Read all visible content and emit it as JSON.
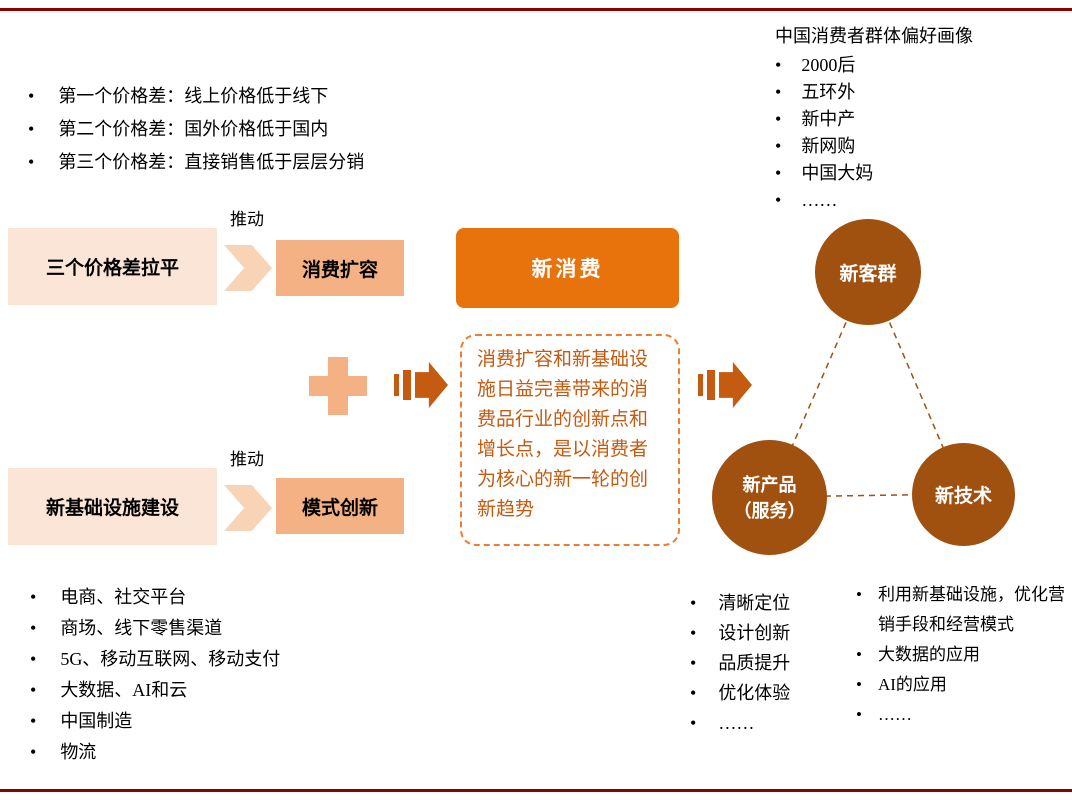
{
  "colors": {
    "rule_red": "#8B0000",
    "light_peach": "#FBE5D6",
    "peach": "#F4B183",
    "strong_orange": "#E8730C",
    "dashed_orange": "#ED7D31",
    "dark_orange": "#C55A11",
    "circle_brown": "#A0500F"
  },
  "top_left": {
    "items": [
      "第一个价格差：线上价格低于线下",
      "第二个价格差：国外价格低于国内",
      "第三个价格差：直接销售低于层层分销"
    ]
  },
  "profile": {
    "title": "中国消费者群体偏好画像",
    "items": [
      "2000后",
      "五环外",
      "新中产",
      "新网购",
      "中国大妈",
      "……"
    ]
  },
  "flow": {
    "price_gap_box": "三个价格差拉平",
    "push_top": "推动",
    "expand_box": "消费扩容",
    "new_consumption_box": "新消费",
    "infra_box": "新基础设施建设",
    "push_bottom": "推动",
    "model_box": "模式创新",
    "desc": "消费扩容和新基础设施日益完善带来的消费品行业的创新点和增长点，是以消费者为核心的新一轮的创新趋势"
  },
  "triangle": {
    "top": "新客群",
    "left_line1": "新产品",
    "left_line2": "（服务）",
    "right": "新技术"
  },
  "bottom_left": {
    "items": [
      "电商、社交平台",
      "商场、线下零售渠道",
      "5G、移动互联网、移动支付",
      "大数据、AI和云",
      "中国制造",
      "物流"
    ]
  },
  "bottom_mid": {
    "items": [
      "清晰定位",
      "设计创新",
      "品质提升",
      "优化体验",
      "……"
    ]
  },
  "bottom_right": {
    "items": [
      "利用新基础设施，优化营销手段和经营模式",
      "大数据的应用",
      "AI的应用",
      "……"
    ]
  }
}
